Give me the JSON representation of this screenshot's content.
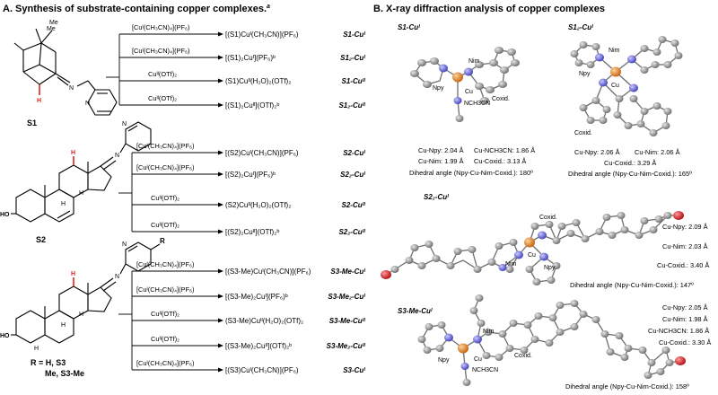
{
  "panel_a": {
    "title": "A. Synthesis of substrate-containing copper complexes.",
    "title_note": "a",
    "s1": {
      "name": "S1",
      "rows": [
        {
          "reagent": "[Cuᴵ(CH₃CN)₄](PF₆)",
          "product": "[(S1)Cuᴵ(CH₃CN)](PF₆)",
          "label": "S1-Cuᴵ"
        },
        {
          "reagent": "[Cuᴵ(CH₃CN)₄](PF₆)",
          "product": "[(S1)₂Cuᴵ](PF₆)ᵇ",
          "label": "S1₂-Cuᴵ"
        },
        {
          "reagent": "Cuᴵᴵ(OTf)₂",
          "product": "(S1)Cuᴵᴵ(H₂O)₂(OTf)₂",
          "label": "S1-Cuᴵᴵ"
        },
        {
          "reagent": "Cuᴵᴵ(OTf)₂",
          "product": "[(S1)₂Cuᴵᴵ](OTf)₂ᵇ",
          "label": "S1₂-Cuᴵᴵ"
        }
      ]
    },
    "s2": {
      "name": "S2",
      "ho": "HO",
      "rows": [
        {
          "reagent": "[Cuᴵ(CH₃CN)₄](PF₆)",
          "product": "[(S2)Cuᴵ(CH₃CN)](PF₆)",
          "label": "S2-Cuᴵ"
        },
        {
          "reagent": "[Cuᴵ(CH₃CN)₄](PF₆)",
          "product": "[(S2)₂Cuᴵ](PF₆)ᵇ",
          "label": "S2₂-Cuᴵ"
        },
        {
          "reagent": "Cuᴵᴵ(OTf)₂",
          "product": "(S2)Cuᴵᴵ(H₂O)₂(OTf)₂",
          "label": "S2-Cuᴵᴵ"
        },
        {
          "reagent": "Cuᴵᴵ(OTf)₂",
          "product": "[(S2)₂Cuᴵᴵ](OTf)₂ᵇ",
          "label": "S2₂-Cuᴵᴵ"
        }
      ]
    },
    "s3": {
      "name_line1": "R = H, S3",
      "name_line2": "Me, S3-Me",
      "ho": "HO",
      "r": "R",
      "rows": [
        {
          "reagent": "[Cuᴵ(CH₃CN)₄](PF₆)",
          "product": "[(S3-Me)Cuᴵ(CH₃CN)](PF₆)",
          "label": "S3-Me-Cuᴵ"
        },
        {
          "reagent": "[Cuᴵ(CH₃CN)₄](PF₆)",
          "product": "[(S3-Me)₂Cuᴵ](PF₆)ᵇ",
          "label": "S3-Me₂-Cuᴵ"
        },
        {
          "reagent": "Cuᴵᴵ(OTf)₂",
          "product": "(S3-Me)Cuᴵᴵ(H₂O)₂(OTf)₂",
          "label": "S3-Me-Cuᴵᴵ"
        },
        {
          "reagent": "Cuᴵᴵ(OTf)₂",
          "product": "[(S3-Me)₂Cuᴵᴵ](OTf)₂ᵇ",
          "label": "S3-Me₂-Cuᴵᴵ"
        },
        {
          "reagent": "[Cuᴵ(CH₃CN)₄](PF₆)",
          "product": "[(S3)Cuᴵ(CH₃CN)](PF₆)",
          "label": "S3-Cuᴵ"
        }
      ]
    }
  },
  "panel_b": {
    "title": "B. X-ray diffraction analysis of copper complexes",
    "s1_cu1": {
      "label": "S1-Cuᴵ",
      "atoms": {
        "nim": "Nim",
        "npy": "Npy",
        "cu": "Cu",
        "ncn": "NCH3CN",
        "cox": "Coxid."
      },
      "m1": "Cu-Npy: 2.04 Å",
      "m2": "Cu-NCH3CN: 1.86 Å",
      "m3": "Cu-Nim: 1.99 Å",
      "m4": "Cu-Coxid.: 3.13 Å",
      "dihedral": "Dihedral angle (Npy-Cu-Nim-Coxid.): 180º"
    },
    "s1_2_cu1": {
      "label": "S1₂-Cuᴵ",
      "atoms": {
        "nim": "Nim",
        "npy": "Npy",
        "cu": "Cu",
        "cox": "Coxid."
      },
      "m1": "Cu-Npy: 2.06 Å",
      "m2": "Cu-Nim: 2.06 Å",
      "m3": "Cu-Coxid.: 3.29 Å",
      "dihedral": "Dihedral angle (Npy-Cu-Nim-Coxid.): 165º"
    },
    "s2_2_cu1": {
      "label": "S2₂-Cuᴵ",
      "atoms": {
        "cox": "Coxid.",
        "nim": "Nim",
        "npy": "Npy",
        "cu": "Cu"
      },
      "m1": "Cu-Npy: 2.09 Å",
      "m2": "Cu-Nim: 2.03 Å",
      "m3": "Cu-Coxid.: 3.40 Å",
      "dihedral": "Dihedral angle (Npy-Cu-Nim-Coxid.): 147º"
    },
    "s3me_cu1": {
      "label": "S3-Me-Cuᴵ",
      "atoms": {
        "nim": "Nim",
        "npy": "Npy",
        "cu": "Cu",
        "ncn": "NCH3CN",
        "cox": "Coxid."
      },
      "m1": "Cu-Npy: 2.05 Å",
      "m2": "Cu-Nim: 1.98 Å",
      "m3": "Cu-NCH3CN: 1.86 Å",
      "m4": "Cu-Coxid.: 3.30 Å",
      "dihedral": "Dihedral angle (Npy-Cu-Nim-Coxid.): 158º"
    }
  },
  "colors": {
    "hydrogen_red": "#e0251b",
    "copper": "#e07b1f",
    "nitrogen": "#5b5bd6",
    "oxygen": "#d0141b",
    "carbon": "#7a7a7a"
  }
}
